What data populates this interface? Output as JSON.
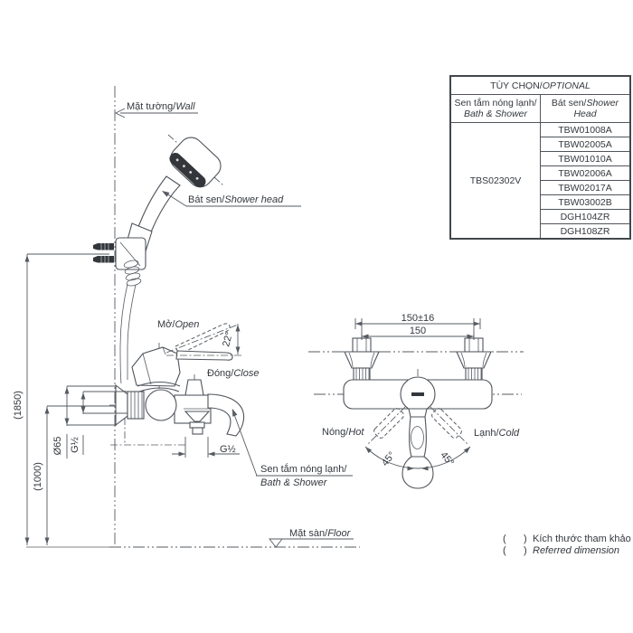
{
  "colors": {
    "line": "#4f545b",
    "text": "#34383e",
    "dark_fill": "#33373c",
    "background": "#ffffff"
  },
  "table": {
    "title_vi": "TÙY CHỌN/",
    "title_en": "OPTIONAL",
    "col1_line1": "Sen tắm nóng lạnh/",
    "col1_line2": "Bath & Shower",
    "col2_vi": "Bát sen/",
    "col2_en": "Shower Head",
    "product_code": "TBS02302V",
    "shower_heads": [
      "TBW01008A",
      "TBW02005A",
      "TBW01010A",
      "TBW02006A",
      "TBW02017A",
      "TBW03002B",
      "DGH104ZR",
      "DGH108ZR"
    ]
  },
  "labels": {
    "wall_vi": "Mặt tường/",
    "wall_en": "Wall",
    "shower_head_vi": "Bát sen/",
    "shower_head_en": "Shower head",
    "open_vi": "Mở/",
    "open_en": "Open",
    "close_vi": "Đóng/",
    "close_en": "Close",
    "bath_shower_vi": "Sen tắm nóng lạnh/",
    "bath_shower_en": "Bath & Shower",
    "hot_vi": "Nóng/",
    "hot_en": "Hot",
    "cold_vi": "Lạnh/",
    "cold_en": "Cold",
    "floor_vi": "Mặt sàn/",
    "floor_en": "Floor"
  },
  "dimensions": {
    "mount_height": "(1850)",
    "outlet_height": "(1000)",
    "flange_diameter": "Ø65",
    "inlet_thread": "G½",
    "spout_thread": "G½",
    "open_angle": "22°",
    "center_distance_tol": "150±16",
    "center_distance": "150",
    "swing_left": "45°",
    "swing_right": "45°"
  },
  "notes": {
    "p_open": "(",
    "p_close": ")",
    "line1": "Kích thước tham khảo",
    "line2": "Referred dimension"
  }
}
